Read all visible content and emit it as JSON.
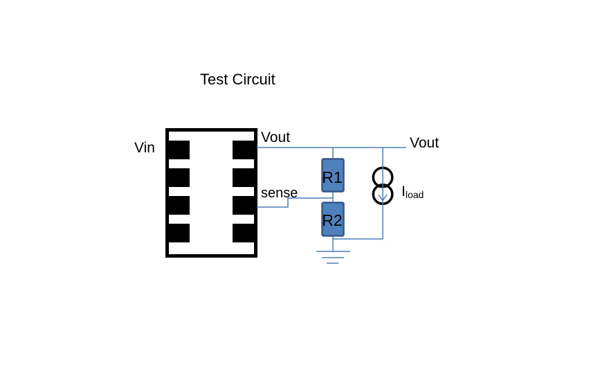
{
  "diagram": {
    "title": "Test Circuit",
    "ic": {
      "vin_label": "Vin",
      "vout_pin_label": "Vout",
      "sense_label": "sense",
      "pad_count": 8
    },
    "output_node_label": "Vout",
    "resistors": {
      "r1": "R1",
      "r2": "R2"
    },
    "current_source": {
      "symbol": "I",
      "subscript": "load"
    }
  },
  "colors": {
    "wire": "#4a7ebb",
    "resistor-fill": "#4f81bd",
    "resistor-stroke": "#36558a",
    "component-outline": "#000000",
    "text": "#000000",
    "background": "#ffffff"
  }
}
